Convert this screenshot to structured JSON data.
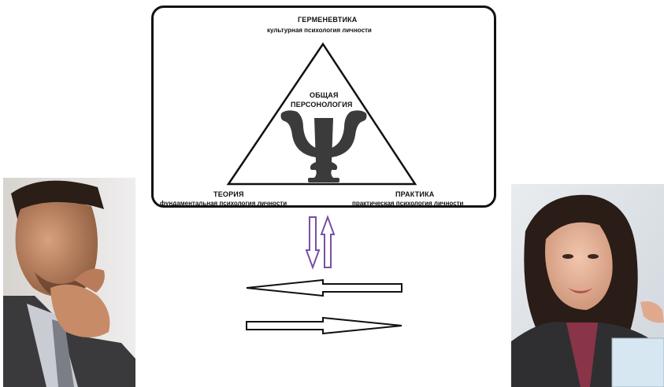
{
  "diagram": {
    "top": {
      "title": "ГЕРМЕНЕВТИКА",
      "subtitle": "культурная психология личности"
    },
    "center": {
      "line1": "ОБЩАЯ",
      "line2": "ПЕРСОНОЛОГИЯ",
      "symbol": "psi-symbol"
    },
    "left": {
      "title": "ТЕОРИЯ",
      "subtitle": "фундаментальная психология личности"
    },
    "right": {
      "title": "ПРАКТИКА",
      "subtitle": "практическая психология личности"
    }
  },
  "arrows": {
    "vertical_color": "#7a4fa3",
    "horizontal_color": "#111111"
  },
  "photos": {
    "left": "man-thinking-photo",
    "right": "woman-listening-photo"
  }
}
